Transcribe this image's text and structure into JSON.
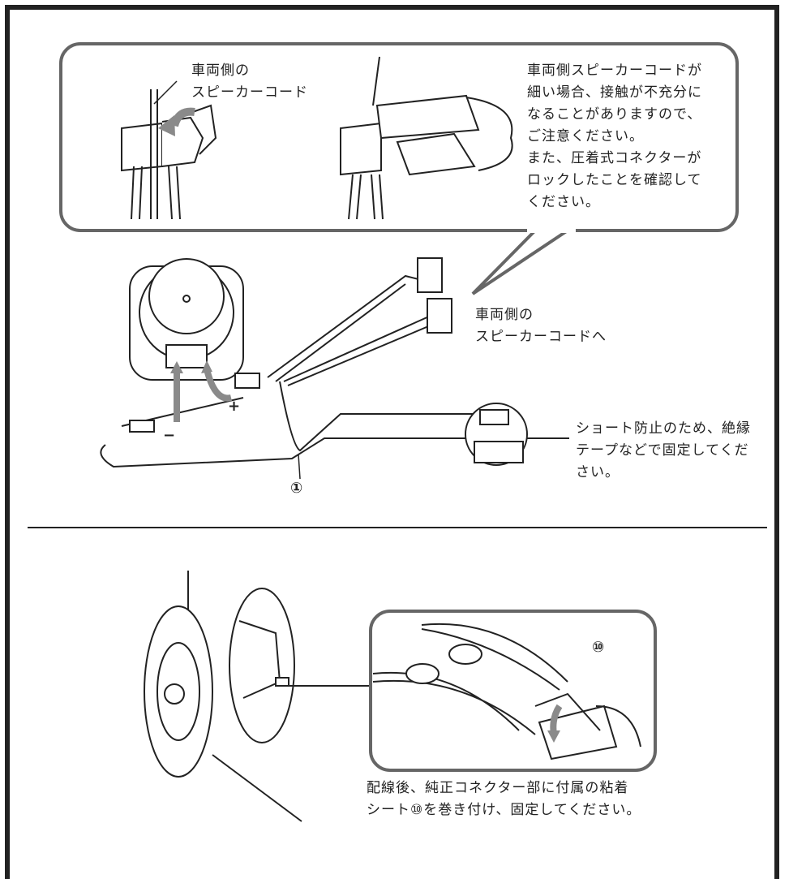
{
  "top_section": {
    "label_vehicle_cord": "車両側の\nスピーカーコード",
    "note_caution": "車両側スピーカーコードが\n細い場合、接触が不充分に\nなることがありますので、\nご注意ください。\nまた、圧着式コネクターが\nロックしたことを確認して\nください。",
    "label_to_vehicle_cord": "車両側の\nスピーカーコードへ",
    "note_short_prevent": "ショート防止のため、絶縁\nテープなどで固定してくだ\nさい。",
    "part_number_1": "①",
    "plus_symbol": "+",
    "minus_symbol": "−"
  },
  "bottom_section": {
    "part_number_10": "⑩",
    "note_after_wiring": "配線後、純正コネクター部に付属の粘着\nシート⑩を巻き付け、固定してください。"
  },
  "colors": {
    "frame": "#222222",
    "callout_border": "#666666",
    "arrow_gray": "#8a8a8a"
  }
}
